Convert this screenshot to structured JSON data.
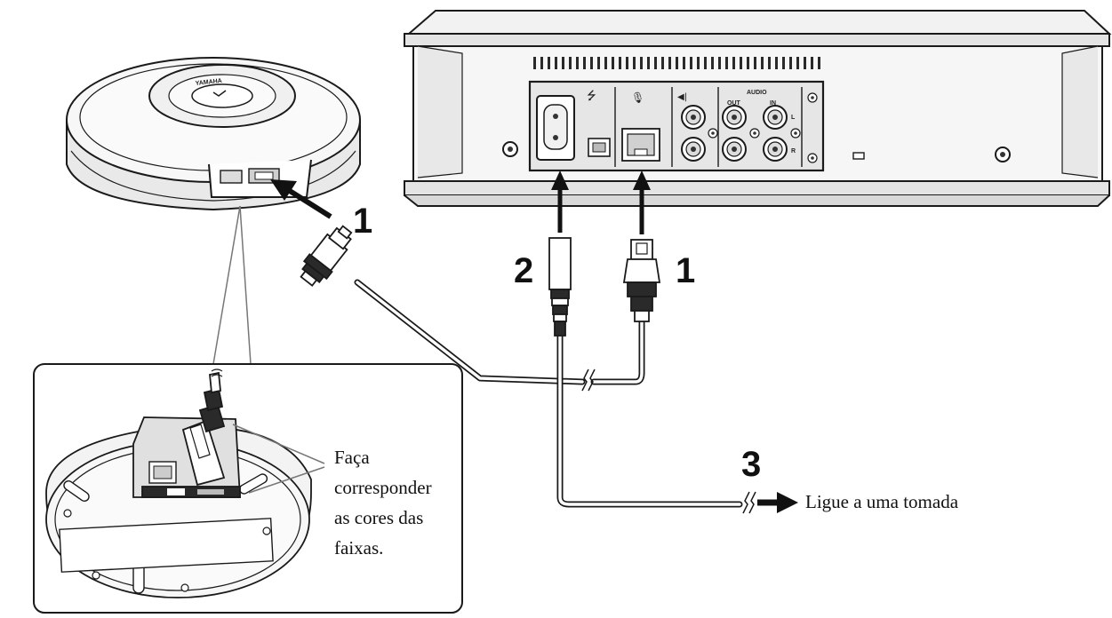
{
  "labels": {
    "step_mic_cable": "1",
    "step_power_cable": "2",
    "step_lan_cable": "1",
    "step_outlet": "3",
    "outlet_instruction": "Ligue a uma tomada",
    "inset_note_lines": [
      "Faça",
      "corresponder",
      "as cores das",
      "faixas."
    ],
    "speaker_logo": "YAMAHA"
  },
  "device_panel_labels": {
    "audio_group": "AUDIO",
    "audio_out": "OUT",
    "audio_in": "IN",
    "channel_left": "L",
    "channel_right": "R"
  },
  "colors": {
    "line": "#1a1a1a",
    "device_fill": "#f4f4f4",
    "panel_fill": "#e6e6e6",
    "cable_fill": "#ffffff",
    "plug_dark": "#2a2a2a"
  }
}
